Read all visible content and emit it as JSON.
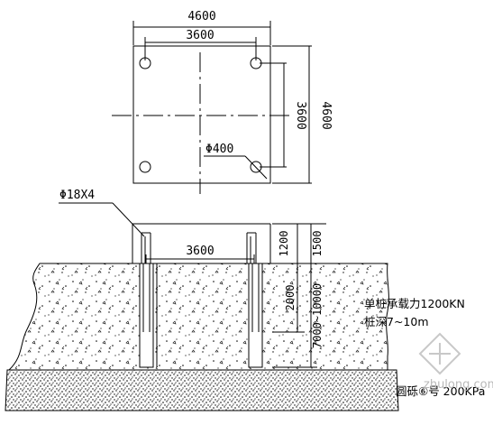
{
  "plan": {
    "dim_outer_width": "4600",
    "dim_inner_width": "3600",
    "dim_inner_height": "3600",
    "dim_outer_height": "4600",
    "pile_diameter": "Φ400"
  },
  "section": {
    "rebar": "Φ18X4",
    "dim_pile_spacing": "3600",
    "dim_cap_height": "1200",
    "dim_embed": "1500",
    "dim_pile_mid": "2000",
    "dim_pile_length": "7000~10000"
  },
  "notes": {
    "line1": "单桩承载力1200KN",
    "line2": "桩深7~10m",
    "line3": "圆砾⑥号 200KPa"
  },
  "watermark": {
    "text": "zhulong.com"
  }
}
